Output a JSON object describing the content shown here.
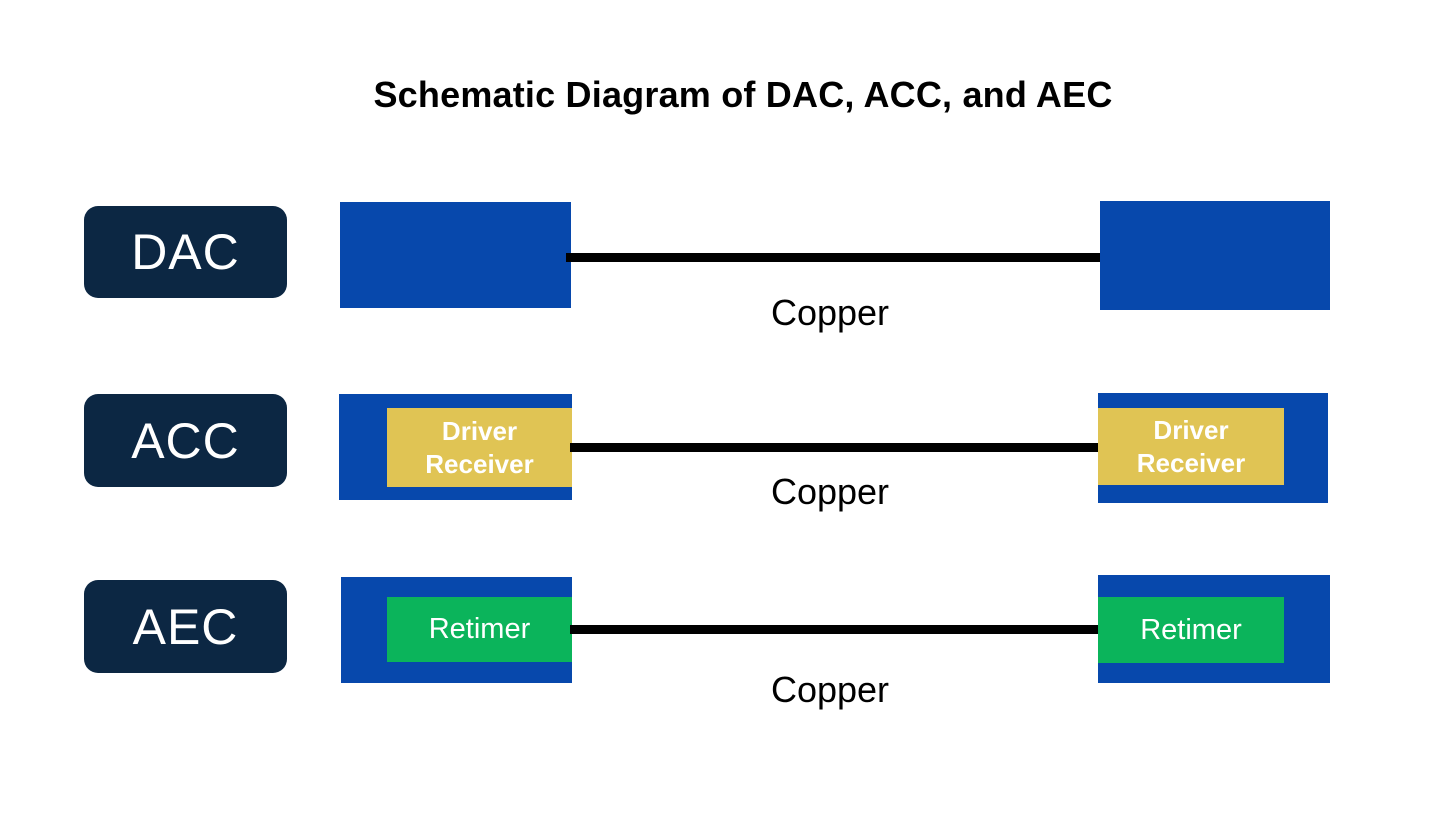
{
  "title": "Schematic Diagram of DAC, ACC, and AEC",
  "colors": {
    "background": "#ffffff",
    "label_navy": "#0c2743",
    "connector_blue": "#0748ac",
    "driver_gold": "#e0c454",
    "retimer_green": "#0bb45b",
    "cable_black": "#000000",
    "label_text": "#ffffff",
    "body_text": "#000000"
  },
  "rows": [
    {
      "label": "DAC",
      "cable_label": "Copper"
    },
    {
      "label": "ACC",
      "cable_label": "Copper",
      "module": {
        "lines": [
          "Driver",
          "Receiver"
        ]
      }
    },
    {
      "label": "AEC",
      "cable_label": "Copper",
      "module": {
        "lines": [
          "Retimer"
        ]
      }
    }
  ]
}
